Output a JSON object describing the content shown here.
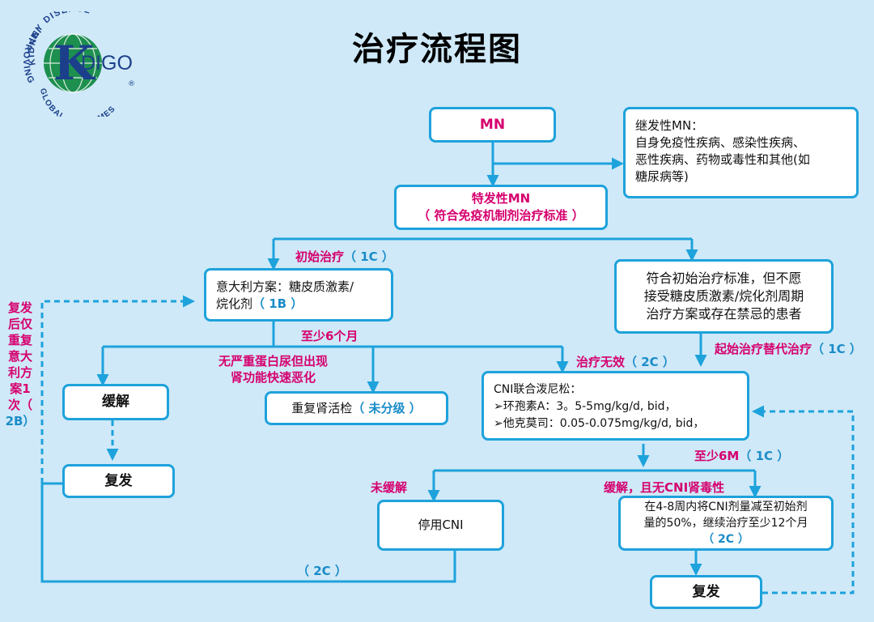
{
  "title": "治疗流程图",
  "logo": {
    "arc_top": "KIDNEY DISEASE",
    "arc_left": "IMPROVING",
    "arc_bottom": "GLOBAL OUTCOMES",
    "k_letter": "K",
    "digo": "DIGO",
    "registered": "®"
  },
  "nodes": {
    "mn": "MN",
    "secondary": {
      "title": "继发性MN：",
      "line1": "自身免疫性疾病、感染性疾病、",
      "line2": "恶性疾病、药物或毒性和其他(如",
      "line3": "糖尿病等)"
    },
    "idiopathic": {
      "line1": "特发性MN",
      "line2": "（ 符合免疫机制剂治疗标准 ）"
    },
    "italian": {
      "line1": "意大利方案：糖皮质激素/",
      "line2_prefix": "烷化剂",
      "line2_grade": "（ 1B ）"
    },
    "unwilling": {
      "line1": "符合初始治疗标准，但不愿",
      "line2": "接受糖皮质激素/烷化剂周期",
      "line3": "治疗方案或存在禁忌的患者"
    },
    "remission": "缓解",
    "relapse_left": "复发",
    "repeat_biopsy": {
      "text": "重复肾活检",
      "grade": "（ 未分级 ）"
    },
    "cni": {
      "title": "CNI联合泼尼松：",
      "line1": "➢环孢素A：3。5-5mg/kg/d, bid，",
      "line2": "➢他克莫司：0.05-0.075mg/kg/d, bid，"
    },
    "stop_cni": "停用CNI",
    "reduce": {
      "line1": "在4-8周内将CNI剂量减至初始剂",
      "line2": "量的50%，继续治疗至少12个月",
      "line3": "（ 2C ）"
    },
    "relapse_right": "复发"
  },
  "labels": {
    "initial": {
      "text": "初始治疗",
      "grade": "（ 1C ）"
    },
    "six_months": "至少6个月",
    "no_proteinuria": {
      "line1": "无严重蛋白尿但出现",
      "line2": "肾功能快速恶化"
    },
    "ineffective": {
      "text": "治疗无效",
      "grade": "（ 2C ）"
    },
    "alt_therapy": {
      "text": "起始治疗替代治疗",
      "grade": "（ 1C ）"
    },
    "six_m": {
      "text": "至少6M",
      "grade": "（ 1C ）"
    },
    "no_remission": "未缓解",
    "remission_no_tox": "缓解，且无CNI肾毒性",
    "bottom_grade": "（ 2C ）",
    "left_vertical": {
      "a": "复发",
      "b": "后仅",
      "c": "重复",
      "d": "意大",
      "e": "利方",
      "f": "案1",
      "g": "次（",
      "h": "2B）"
    }
  },
  "colors": {
    "background": "#cfe9f8",
    "connector": "#1ea2db",
    "emphasis": "#d6006e",
    "grade_blue": "#1a8cc8"
  }
}
